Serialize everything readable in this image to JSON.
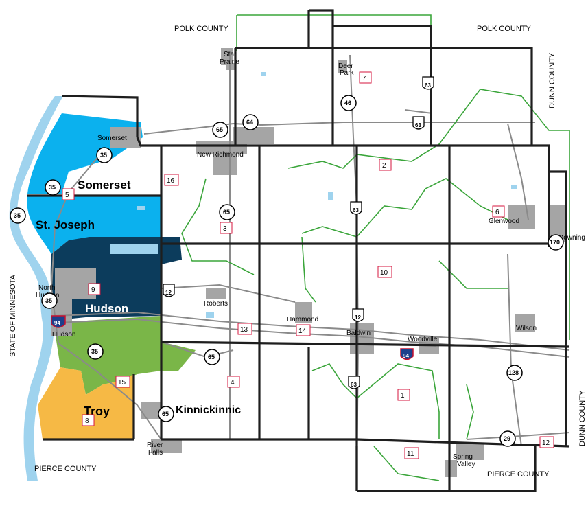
{
  "colors": {
    "somerset": "#0bb1ee",
    "hudson": "#0c3c5c",
    "kinnickinnic": "#7ab648",
    "troy": "#f6b945",
    "river": "#9fd3ee",
    "urban": "#a5a5a5",
    "road": "#8a8a8a",
    "boundary": "#1e1e1e",
    "district_line": "#3aa53a",
    "district_box": "#d4143c"
  },
  "county_labels": {
    "polk_west": "POLK COUNTY",
    "polk_east": "POLK COUNTY",
    "dunn_north": "DUNN COUNTY",
    "dunn_south": "DUNN COUNTY",
    "pierce_west": "PIERCE COUNTY",
    "pierce_east": "PIERCE COUNTY",
    "minnesota": "STATE OF MINNESOTA"
  },
  "regions": {
    "somerset": "Somerset",
    "st_joseph": "St. Joseph",
    "hudson": "Hudson",
    "troy": "Troy",
    "kinnickinnic": "Kinnickinnic"
  },
  "towns": {
    "star_prairie": [
      "Star",
      "Prairie"
    ],
    "deer_park": [
      "Deer",
      "Park"
    ],
    "somerset": "Somerset",
    "new_richmond": "New Richmond",
    "glenwood": "Glenwood",
    "downing": "Downing",
    "north_hudson": [
      "North",
      "Hudson"
    ],
    "hudson": "Hudson",
    "roberts": "Roberts",
    "hammond": "Hammond",
    "baldwin": "Baldwin",
    "woodville": "Woodville",
    "wilson": "Wilson",
    "river_falls": [
      "River",
      "Falls"
    ],
    "spring_valley": [
      "Spring",
      "Valley"
    ]
  },
  "districts": [
    "1",
    "2",
    "3",
    "4",
    "5",
    "6",
    "7",
    "8",
    "9",
    "10",
    "11",
    "12",
    "13",
    "14",
    "15",
    "16"
  ],
  "state_highways": [
    "35",
    "35",
    "35",
    "35",
    "35",
    "64",
    "65",
    "65",
    "65",
    "65",
    "46",
    "128",
    "29",
    "170"
  ],
  "us_highways": [
    "63",
    "63",
    "63",
    "63",
    "12",
    "12"
  ],
  "interstates": [
    "94",
    "94"
  ]
}
